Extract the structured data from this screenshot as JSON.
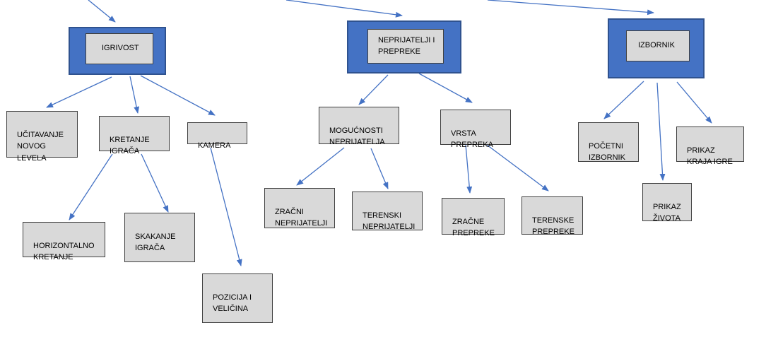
{
  "nodes": {
    "igrivost": "IGRIVOST",
    "neprijatelji_prepreke": "NEPRIJATELJI I\nPREPREKE",
    "izbornik": "IZBORNIK",
    "ucitavanje": "UČITAVANJE\nNOVOG\nLEVELA",
    "kretanje": "KRETANJE\nIGRAČA",
    "kamera": "KAMERA",
    "horizontalno": "HORIZONTALNO\nKRETANJE",
    "skakanje": "SKAKANJE\nIGRAČA",
    "pozicija": "POZICIJA I\nVELIČINA",
    "mogucnosti": "MOGUĆNOSTI\nNEPRIJATELJA",
    "vrsta": "VRSTA\nPREPREKA",
    "zracni_neprijatelji": "ZRAČNI\nNEPRIJATELJI",
    "terenski_neprijatelji": "TERENSKI\nNEPRIJATELJI",
    "zracne_prepreke": "ZRAČNE\nPREPREKE",
    "terenske_prepreke": "TERENSKE\nPREPREKE",
    "pocetni": "POČETNI\nIZBORNIK",
    "prikaz_zivota": "PRIKAZ\nŽIVOTA",
    "prikaz_kraja": "PRIKAZ\nKRAJA IGRE"
  },
  "colors": {
    "category_fill": "#4472c4",
    "category_border": "#2f528f",
    "box_fill": "#d9d9d9",
    "arrow": "#4472c4"
  }
}
